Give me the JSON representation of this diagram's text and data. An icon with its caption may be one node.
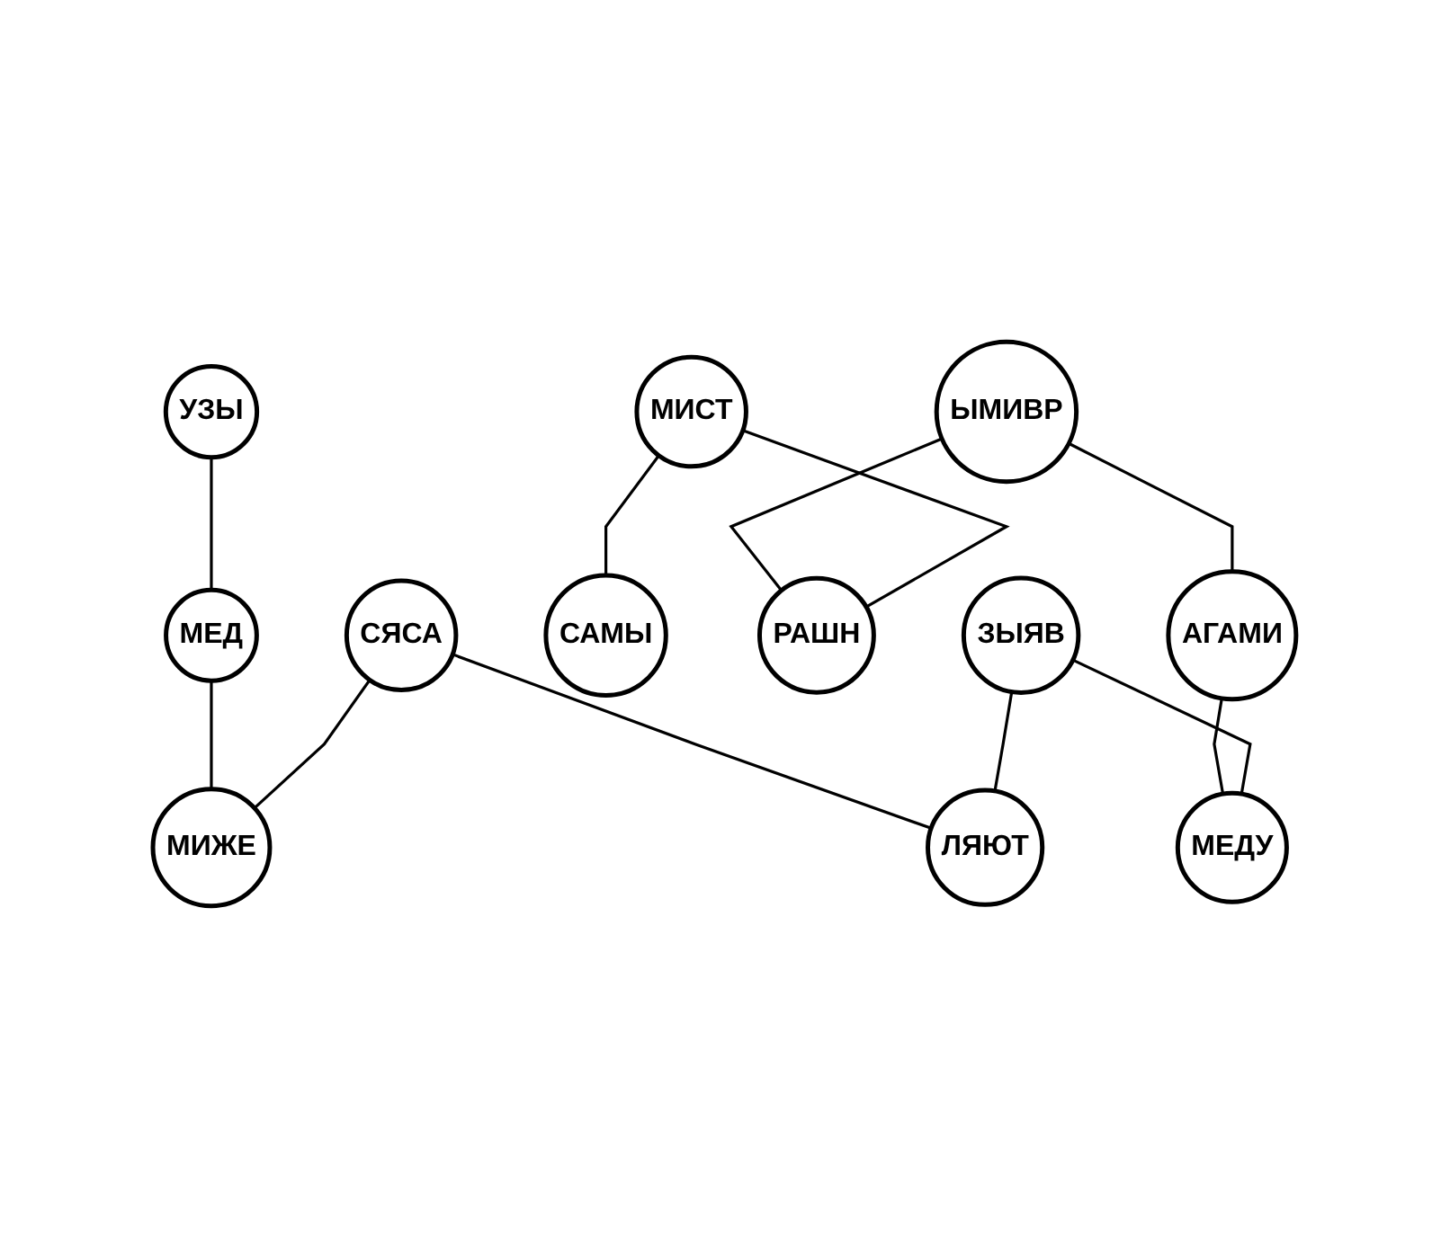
{
  "diagram": {
    "nodes": [
      {
        "text": [
          "МИСТ"
        ]
      },
      {
        "text": [
          "СЯСА"
        ]
      },
      {
        "text": [
          "ЫМИВР"
        ]
      },
      {
        "text": [
          "МЕД"
        ]
      },
      {
        "text": [
          "МЕДУ"
        ]
      },
      {
        "text": [
          "САМЫ"
        ]
      },
      {
        "text": [
          "ЛЯЮТ"
        ]
      },
      {
        "text": [
          "РАШН"
        ]
      },
      {
        "text": [
          "МИЖЕ"
        ]
      },
      {
        "text": [
          "АГАМИ"
        ]
      },
      {
        "text": [
          "УЗЫ"
        ]
      },
      {
        "text": [
          "ЗЫЯВ"
        ]
      }
    ],
    "edges": [
      {
        "from": 11,
        "to": 6,
        "arrow": "none"
      },
      {
        "from": 11,
        "to": 4,
        "arrow": "none"
      },
      {
        "from": 0,
        "to": 7,
        "arrow": "none"
      },
      {
        "from": 0,
        "to": 5,
        "arrow": "none"
      },
      {
        "from": 1,
        "to": 8,
        "arrow": "none"
      },
      {
        "from": 1,
        "to": 6,
        "arrow": "none"
      },
      {
        "from": 2,
        "to": 9,
        "arrow": "none"
      },
      {
        "from": 2,
        "to": 7,
        "arrow": "none"
      },
      {
        "from": 10,
        "to": 3,
        "arrow": "none"
      },
      {
        "from": 9,
        "to": 4,
        "arrow": "none"
      },
      {
        "from": 3,
        "to": 8,
        "arrow": "none"
      }
    ]
  }
}
